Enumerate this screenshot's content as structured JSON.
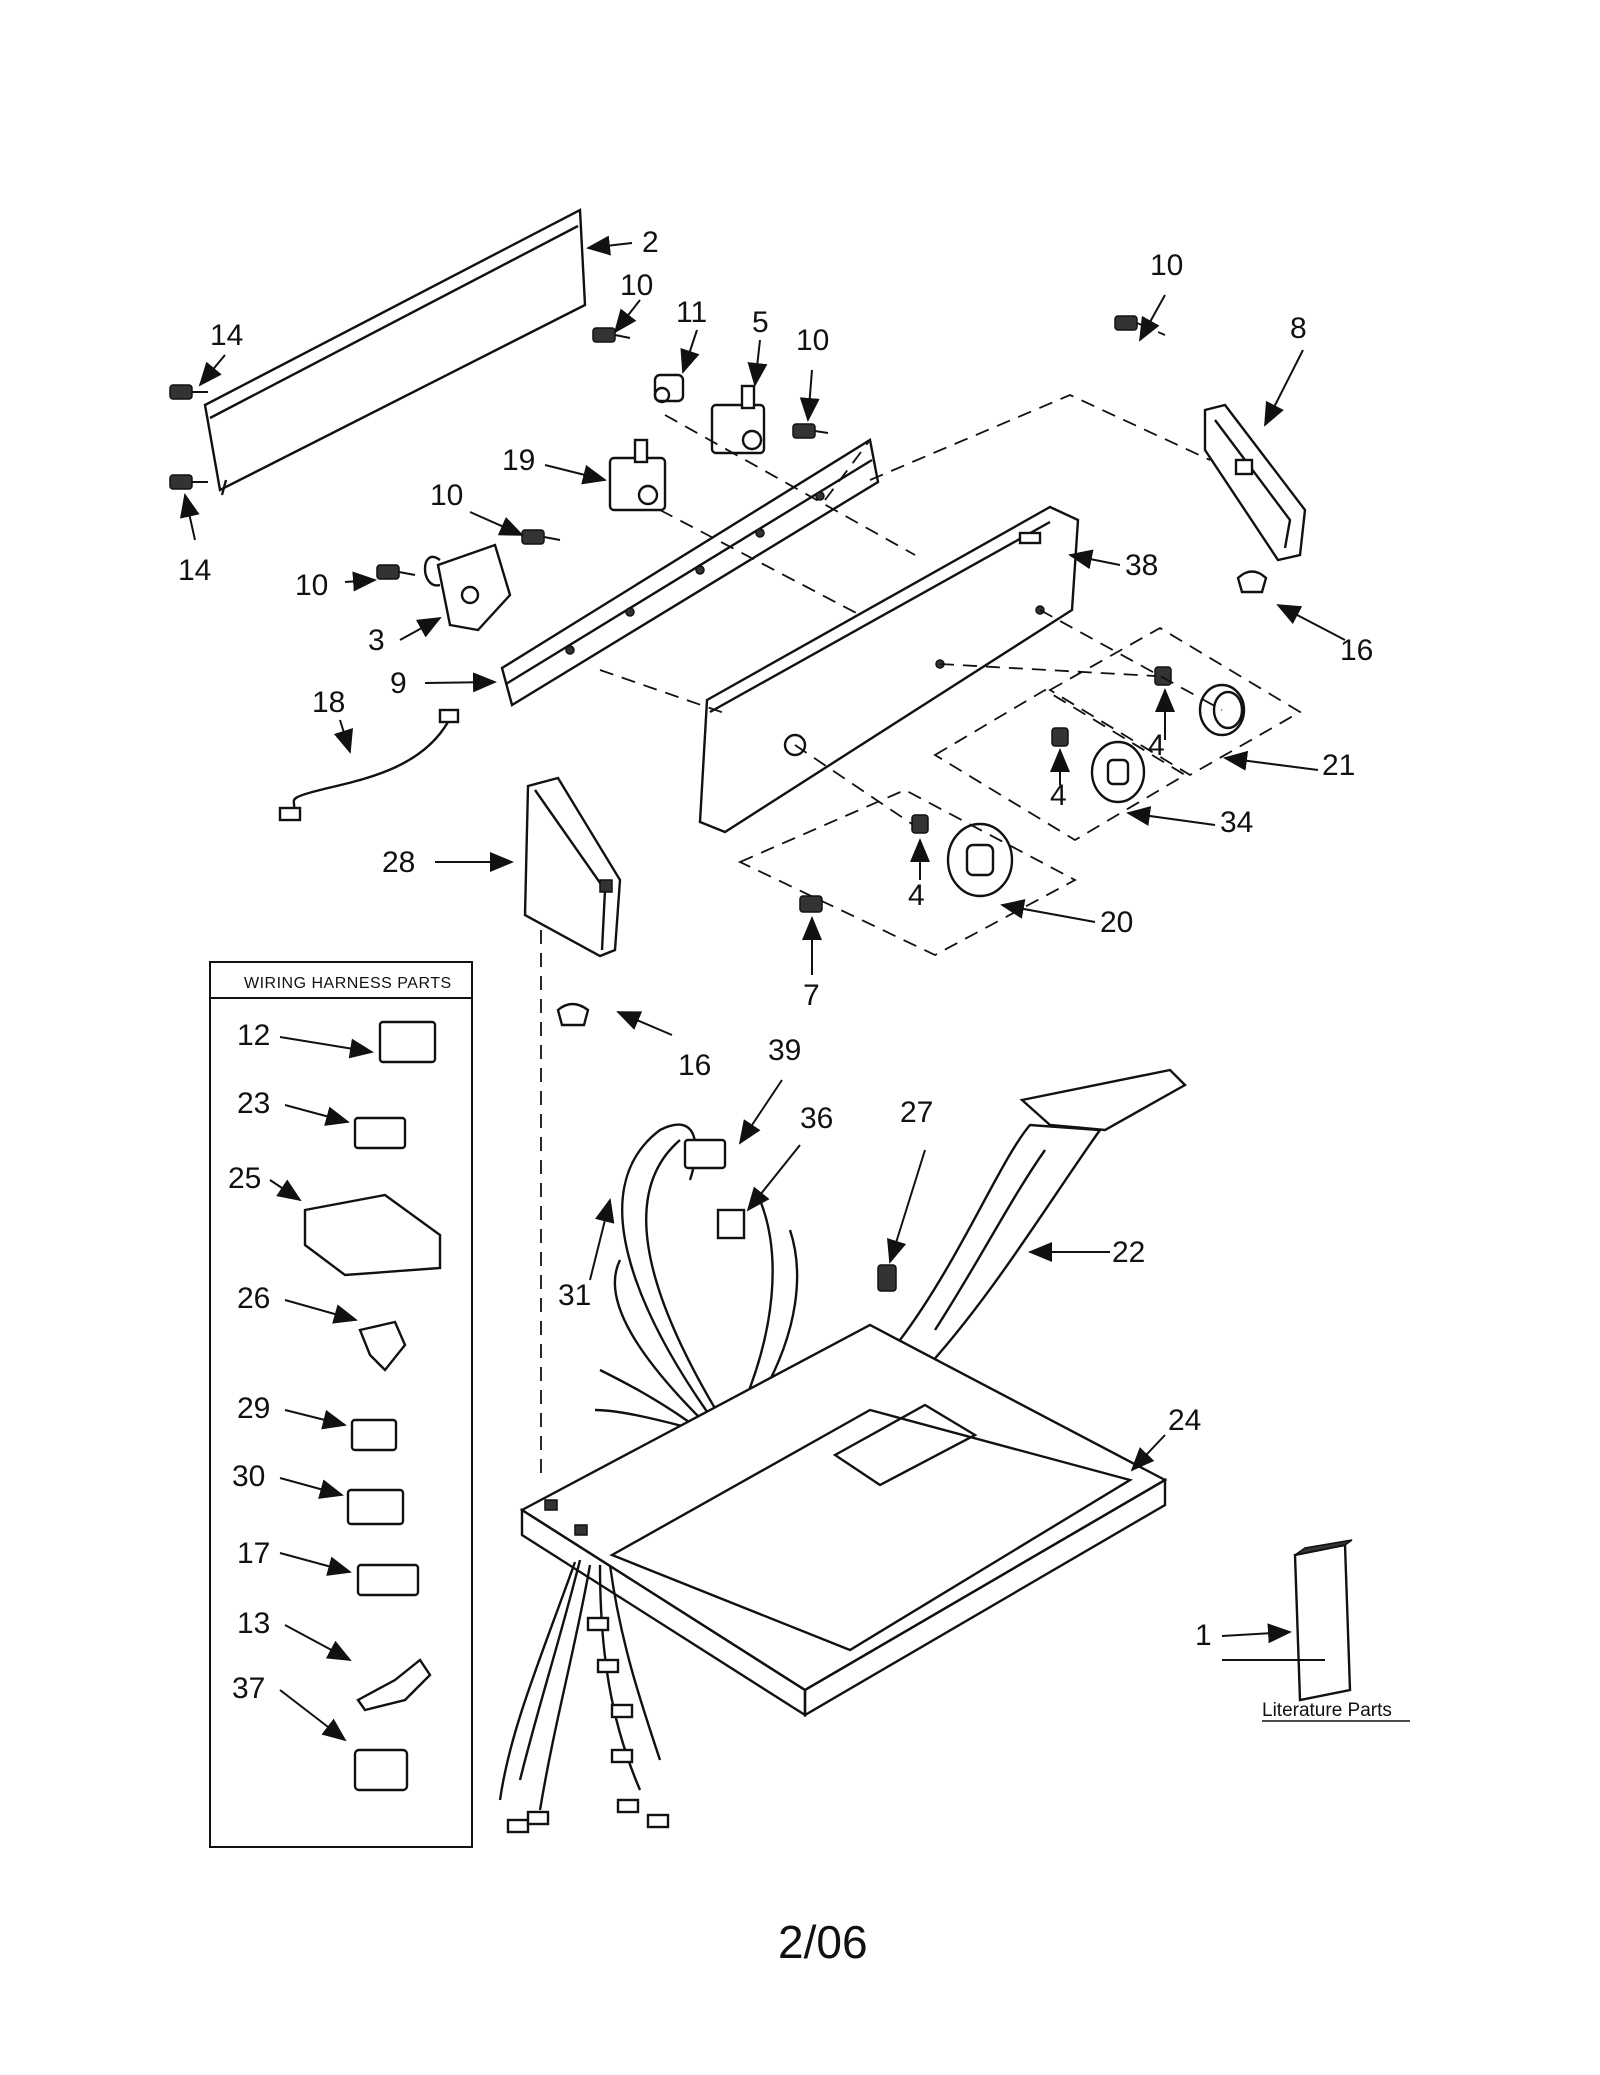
{
  "diagram": {
    "harness_box_title": "WIRING HARNESS PARTS",
    "literature_label": "Literature Parts",
    "footer": "2/06",
    "callouts": {
      "c2": "2",
      "c14a": "14",
      "c14b": "14",
      "c10a": "10",
      "c11": "11",
      "c5": "5",
      "c10b": "10",
      "c10c": "10",
      "c8": "8",
      "c19": "19",
      "c10d": "10",
      "c10e": "10",
      "c3": "3",
      "c9": "9",
      "c38": "38",
      "c16a": "16",
      "c18": "18",
      "c4a": "4",
      "c4b": "4",
      "c21": "21",
      "c34": "34",
      "c28": "28",
      "c4c": "4",
      "c20": "20",
      "c7": "7",
      "c16b": "16",
      "c39": "39",
      "c36": "36",
      "c27": "27",
      "c22": "22",
      "c31": "31",
      "c24": "24",
      "c1": "1",
      "h12": "12",
      "h23": "23",
      "h25": "25",
      "h26": "26",
      "h29": "29",
      "h30": "30",
      "h17": "17",
      "h13": "13",
      "h37": "37"
    }
  }
}
